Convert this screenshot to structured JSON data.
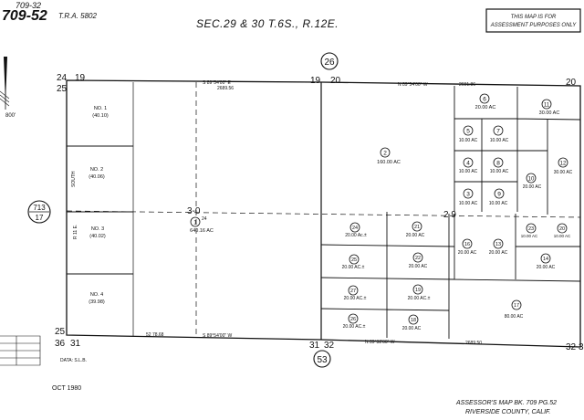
{
  "header": {
    "book_page_big": "709-52",
    "book_page_small": "709-32",
    "tra": "T.R.A. 5802",
    "section_title": "SEC.29 & 30 T.6S., R.12E.",
    "notice": [
      "THIS MAP IS FOR",
      "ASSESSMENT PURPOSES ONLY"
    ]
  },
  "circled_refs": {
    "top": "26",
    "bottom": "53",
    "left_num": "713",
    "left_den": "17"
  },
  "corners": {
    "tl_a": "24",
    "tl_b": "19",
    "tl_c": "25",
    "tm_a": "19",
    "tm_b": "20",
    "tr_a": "20",
    "bl_a": "25",
    "bl_b": "36",
    "bl_c": "31",
    "bm_a": "31",
    "bm_b": "32",
    "br_a": "32",
    "br_b": "3"
  },
  "survey": {
    "top_left_bearing": "S 89°54'00\" E",
    "top_left_distance": "2689.56",
    "top_right_bearing": "N 89°54'00\" W",
    "top_right_distance": "2691.86",
    "bottom_left_distance": "52 78.68",
    "bottom_left_bearing": "S 89°54'00\" W",
    "bottom_right_bearing": "N 89°32'00\" W",
    "bottom_right_distance": "2689.50",
    "left_range": "R 11 E.",
    "left_vertical": "SOUTH",
    "sec_30": "3-0",
    "sec_29": "2 9",
    "data_note": "DATA: S.L.B.",
    "scale_left": "800'"
  },
  "lots": [
    {
      "name": "NO. 1",
      "area": "(40.10)"
    },
    {
      "name": "NO. 2",
      "area": "(40.06)"
    },
    {
      "name": "NO. 3",
      "area": "(40.02)"
    },
    {
      "name": "NO. 4",
      "area": "(39.98)"
    }
  ],
  "parcels": [
    {
      "num": "1",
      "sub": "24",
      "area": "640.16 AC"
    },
    {
      "num": "2",
      "area": "160.00 AC"
    },
    {
      "num": "6",
      "area": "20.00 AC"
    },
    {
      "num": "11",
      "area": "30.00 AC"
    },
    {
      "num": "5",
      "area": "10.00 AC"
    },
    {
      "num": "7",
      "area": "10.00 AC"
    },
    {
      "num": "4",
      "area": "10.00 AC"
    },
    {
      "num": "8",
      "area": "10.00 AC"
    },
    {
      "num": "12",
      "area": "30.00 AC"
    },
    {
      "num": "10",
      "area": "20.00 AC"
    },
    {
      "num": "3",
      "area": "10.00 AC"
    },
    {
      "num": "9",
      "area": "10.00 AC"
    },
    {
      "num": "24",
      "area": "20.00 Ac.±"
    },
    {
      "num": "21",
      "area": "20.00 AC"
    },
    {
      "num": "23",
      "area": "10.00 AC"
    },
    {
      "num": "20",
      "area": "10.00 AC"
    },
    {
      "num": "16",
      "area": "20.00 AC"
    },
    {
      "num": "13",
      "area": "20.00 AC"
    },
    {
      "num": "25",
      "area": "20.00 AC.±"
    },
    {
      "num": "22",
      "area": "20.00 AC"
    },
    {
      "num": "14",
      "area": "20.00 AC"
    },
    {
      "num": "27",
      "area": "20.00 AC.±"
    },
    {
      "num": "19",
      "area": "20.00 AC.±"
    },
    {
      "num": "17",
      "area": "80.00 AC"
    },
    {
      "num": "26",
      "area": "20.00 AC.±"
    },
    {
      "num": "18",
      "area": "20.00 AC"
    }
  ],
  "footer": {
    "date": "OCT 1980",
    "assessor_line1": "ASSESSOR'S MAP BK. 709 PG.52",
    "assessor_line2": "RIVERSIDE COUNTY, CALIF."
  }
}
